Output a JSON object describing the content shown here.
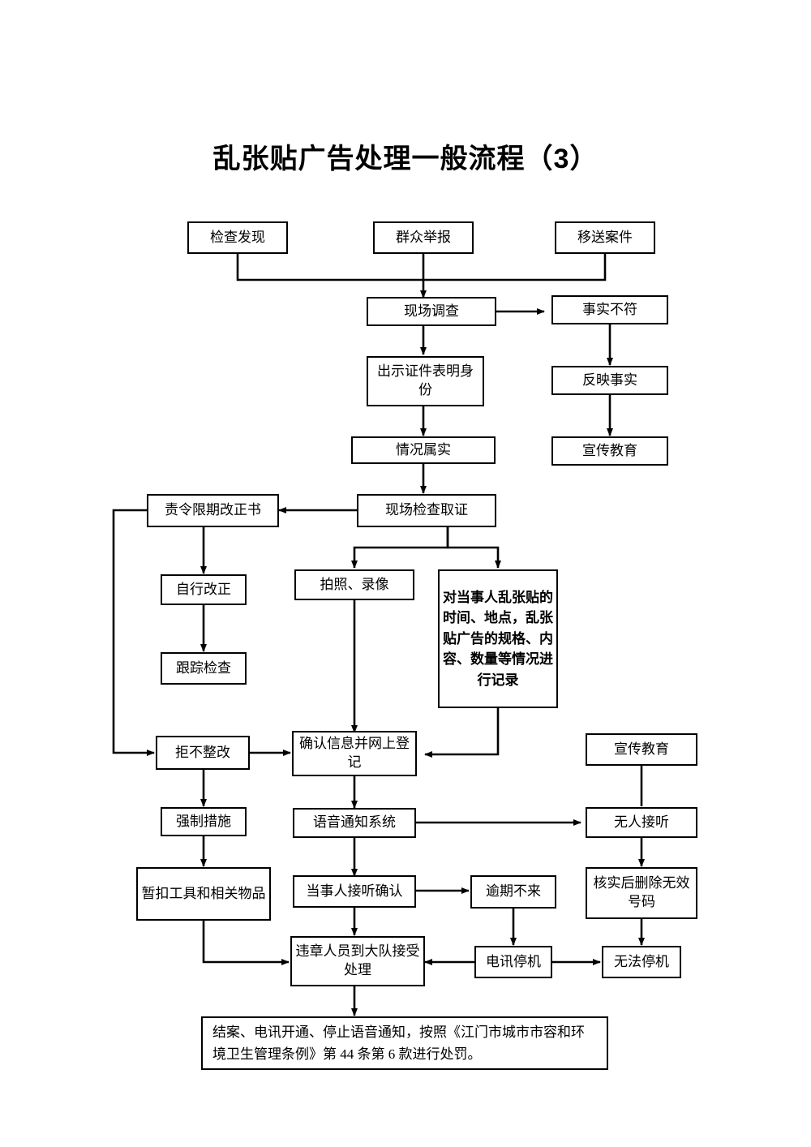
{
  "document": {
    "title": "乱张贴广告处理一般流程（3）",
    "type": "flowchart",
    "background_color": "#ffffff",
    "line_color": "#000000"
  },
  "nodes": {
    "inspection_found": "检查发现",
    "public_report": "群众举报",
    "case_transfer": "移送案件",
    "site_investigation": "现场调查",
    "facts_not_match": "事实不符",
    "show_credentials": "出示证件表明身份",
    "reflect_facts": "反映事实",
    "situation_true": "情况属实",
    "publicity_education_top": "宣传教育",
    "order_correction": "责令限期改正书",
    "site_evidence": "现场检查取证",
    "self_correction": "自行改正",
    "photo_video": "拍照、录像",
    "record_details": "对当事人乱张贴的时间、地点，乱张贴广告的规格、内容、数量等情况进行记录",
    "follow_up_check": "跟踪检查",
    "refuse_correction": "拒不整改",
    "confirm_register": "确认信息并网上登记",
    "publicity_education_right": "宣传教育",
    "compulsory_measures": "强制措施",
    "voice_notify_system": "语音通知系统",
    "no_answer": "无人接听",
    "seize_tools": "暂扣工具和相关物品",
    "party_answered": "当事人接听确认",
    "overdue_absent": "逾期不来",
    "delete_invalid_number": "核实后删除无效号码",
    "violator_to_brigade": "违章人员到大队接受处理",
    "telecom_suspend": "电讯停机",
    "cannot_suspend": "无法停机",
    "case_closed": "结案、电讯开通、停止语音通知，按照《江门市城市市容和环境卫生管理条例》第 44 条第 6 款进行处罚。"
  },
  "flow_edges": [
    {
      "from": "检查发现",
      "to": "现场调查"
    },
    {
      "from": "群众举报",
      "to": "现场调查"
    },
    {
      "from": "移送案件",
      "to": "现场调查"
    },
    {
      "from": "现场调查",
      "to": "事实不符"
    },
    {
      "from": "现场调查",
      "to": "出示证件表明身份"
    },
    {
      "from": "事实不符",
      "to": "反映事实"
    },
    {
      "from": "反映事实",
      "to": "宣传教育"
    },
    {
      "from": "出示证件表明身份",
      "to": "情况属实"
    },
    {
      "from": "情况属实",
      "to": "现场检查取证"
    },
    {
      "from": "现场检查取证",
      "to": "责令限期改正书"
    },
    {
      "from": "现场检查取证",
      "to": "拍照、录像"
    },
    {
      "from": "现场检查取证",
      "to": "对当事人乱张贴的时间、地点，乱张贴广告的规格、内容、数量等情况进行记录"
    },
    {
      "from": "责令限期改正书",
      "to": "自行改正"
    },
    {
      "from": "责令限期改正书",
      "to": "拒不整改"
    },
    {
      "from": "自行改正",
      "to": "跟踪检查"
    },
    {
      "from": "拍照、录像",
      "to": "确认信息并网上登记"
    },
    {
      "from": "对当事人乱张贴的时间、地点，乱张贴广告的规格、内容、数量等情况进行记录",
      "to": "确认信息并网上登记"
    },
    {
      "from": "拒不整改",
      "to": "确认信息并网上登记"
    },
    {
      "from": "拒不整改",
      "to": "强制措施"
    },
    {
      "from": "确认信息并网上登记",
      "to": "语音通知系统"
    },
    {
      "from": "强制措施",
      "to": "暂扣工具和相关物品"
    },
    {
      "from": "语音通知系统",
      "to": "无人接听"
    },
    {
      "from": "语音通知系统",
      "to": "当事人接听确认"
    },
    {
      "from": "无人接听",
      "to": "宣传教育"
    },
    {
      "from": "无人接听",
      "to": "核实后删除无效号码"
    },
    {
      "from": "暂扣工具和相关物品",
      "to": "违章人员到大队接受处理"
    },
    {
      "from": "当事人接听确认",
      "to": "逾期不来"
    },
    {
      "from": "当事人接听确认",
      "to": "违章人员到大队接受处理"
    },
    {
      "from": "逾期不来",
      "to": "电讯停机"
    },
    {
      "from": "核实后删除无效号码",
      "to": "无法停机"
    },
    {
      "from": "电讯停机",
      "to": "违章人员到大队接受处理"
    },
    {
      "from": "电讯停机",
      "to": "无法停机"
    },
    {
      "from": "违章人员到大队接受处理",
      "to": "结案、电讯开通、停止语音通知，按照《江门市城市市容和环境卫生管理条例》第 44 条第 6 款进行处罚。"
    }
  ]
}
